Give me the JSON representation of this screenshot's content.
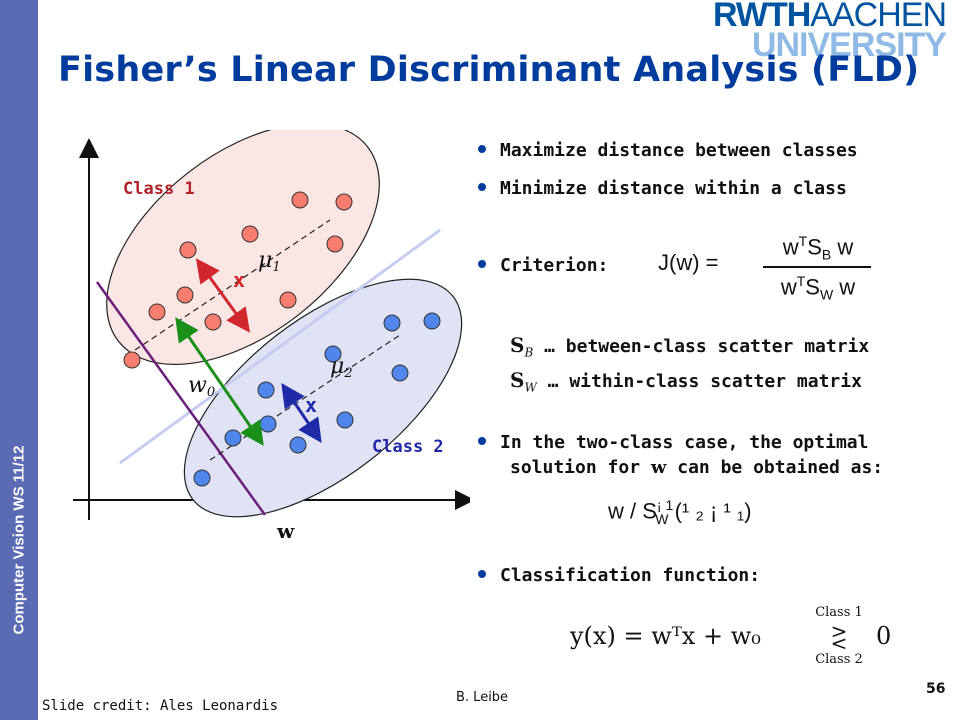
{
  "sidebar": {
    "course": "Computer Vision WS 11/12"
  },
  "logo": {
    "line1_a": "RWTH",
    "line1_b": "AACHEN",
    "line2": "UNIVERSITY"
  },
  "title": "Fisher’s Linear Discriminant Analysis (FLD)",
  "figure": {
    "class1_label": "Class 1",
    "class2_label": "Class 2",
    "mu1": "μ",
    "mu1_sub": "1",
    "mu2": "μ",
    "mu2_sub": "2",
    "w0": "w",
    "w0_sub": "0",
    "w_axis": "w",
    "mean_marker": "x",
    "colors": {
      "class1_fill": "#f77e6e",
      "class2_fill": "#4f86ec",
      "ellipse1": "#fbe6e3",
      "ellipse2": "#dfe3f5",
      "projection_line": "#6b1f7a",
      "boundary_line": "#c6cdf1",
      "arrow_red": "#d0272d",
      "arrow_green": "#1a8f1a",
      "arrow_blue": "#1f2aa8"
    }
  },
  "bullets": {
    "b1": "Maximize distance between classes",
    "b2": "Minimize distance within a class",
    "b3": "Criterion:",
    "criterion_lhs": "J(w) =",
    "criterion_num": "wᵀS_B w",
    "criterion_den": "wᵀS_W w",
    "sb_sym": "S",
    "sb_sub": "B",
    "sb_text": "… between-class scatter matrix",
    "sw_sym": "S",
    "sw_sub": "W",
    "sw_text": "… within-class scatter matrix",
    "b4_line1": "In the two-class case, the optimal",
    "b4_line2a": "solution for",
    "b4_w": "w",
    "b4_line2b": "can be obtained as:",
    "solution_formula": "w /  S",
    "solution_sup": "¡ 1",
    "solution_sub": "W",
    "solution_rest": "(¹ ₂ ¡ ¹ ₁)",
    "b5": "Classification function:",
    "class_formula": "y(x) = wᵀx + w₀",
    "class_top": "Class 1",
    "class_bottom": "Class 2",
    "class_zero": "0"
  },
  "footer": {
    "credit": "Slide credit: Ales Leonardis",
    "author": "B. Leibe",
    "page": "56"
  }
}
